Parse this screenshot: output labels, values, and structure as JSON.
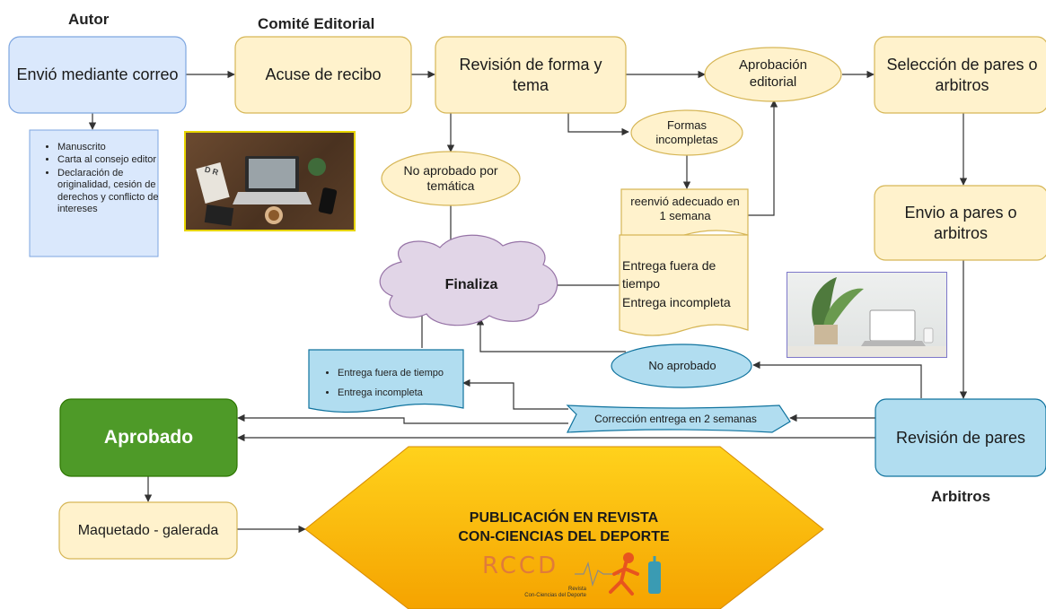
{
  "headings": {
    "autor": "Autor",
    "comite": "Comité Editorial",
    "arbitros": "Arbitros"
  },
  "nodes": {
    "envio_correo": "Envió mediante correo",
    "acuse": "Acuse de recibo",
    "revision_forma": "Revisión de forma y tema",
    "aprobacion_editorial": "Aprobación editorial",
    "seleccion_pares": "Selección de pares o arbitros",
    "envio_pares": "Envio a pares o arbitros",
    "formas_incompletas": "Formas incompletas",
    "no_aprobado_tematica": "No aprobado por temática",
    "reenvio": "reenvió adecuado en 1 semana",
    "entrega_fuera_1": "Entrega fuera de tiempo",
    "entrega_incompleta_1": "Entrega incompleta",
    "finaliza": "Finaliza",
    "no_aprobado": "No aprobado",
    "entrega_fuera_2": "Entrega fuera de tiempo",
    "entrega_incompleta_2": "Entrega incompleta",
    "correccion": "Corrección  entrega en 2 semanas",
    "aprobado": "Aprobado",
    "revision_pares": "Revisión de pares",
    "maquetado": "Maquetado - galerada",
    "publicacion_1": "PUBLICACIÓN EN REVISTA",
    "publicacion_2": "CON-CIENCIAS DEL DEPORTE"
  },
  "author_docs": [
    "Manuscrito",
    "Carta al consejo editor",
    "Declaración de originalidad, cesión de derechos y conflicto de intereses"
  ],
  "logo": {
    "acronym": "RCCD",
    "line1": "Revista",
    "line2": "Con-Ciencias del Deporte"
  },
  "colors": {
    "blue_box": "#dae8fc",
    "blue_border": "#7ea6e0",
    "cream_box": "#fff2cc",
    "cream_border": "#d6b656",
    "green_box": "#4e9a28",
    "purple_cloud": "#e1d5e7",
    "light_blue": "#b1ddf0",
    "publication_gradient_top": "#ffd21c",
    "publication_gradient_bottom": "#f5a300"
  }
}
